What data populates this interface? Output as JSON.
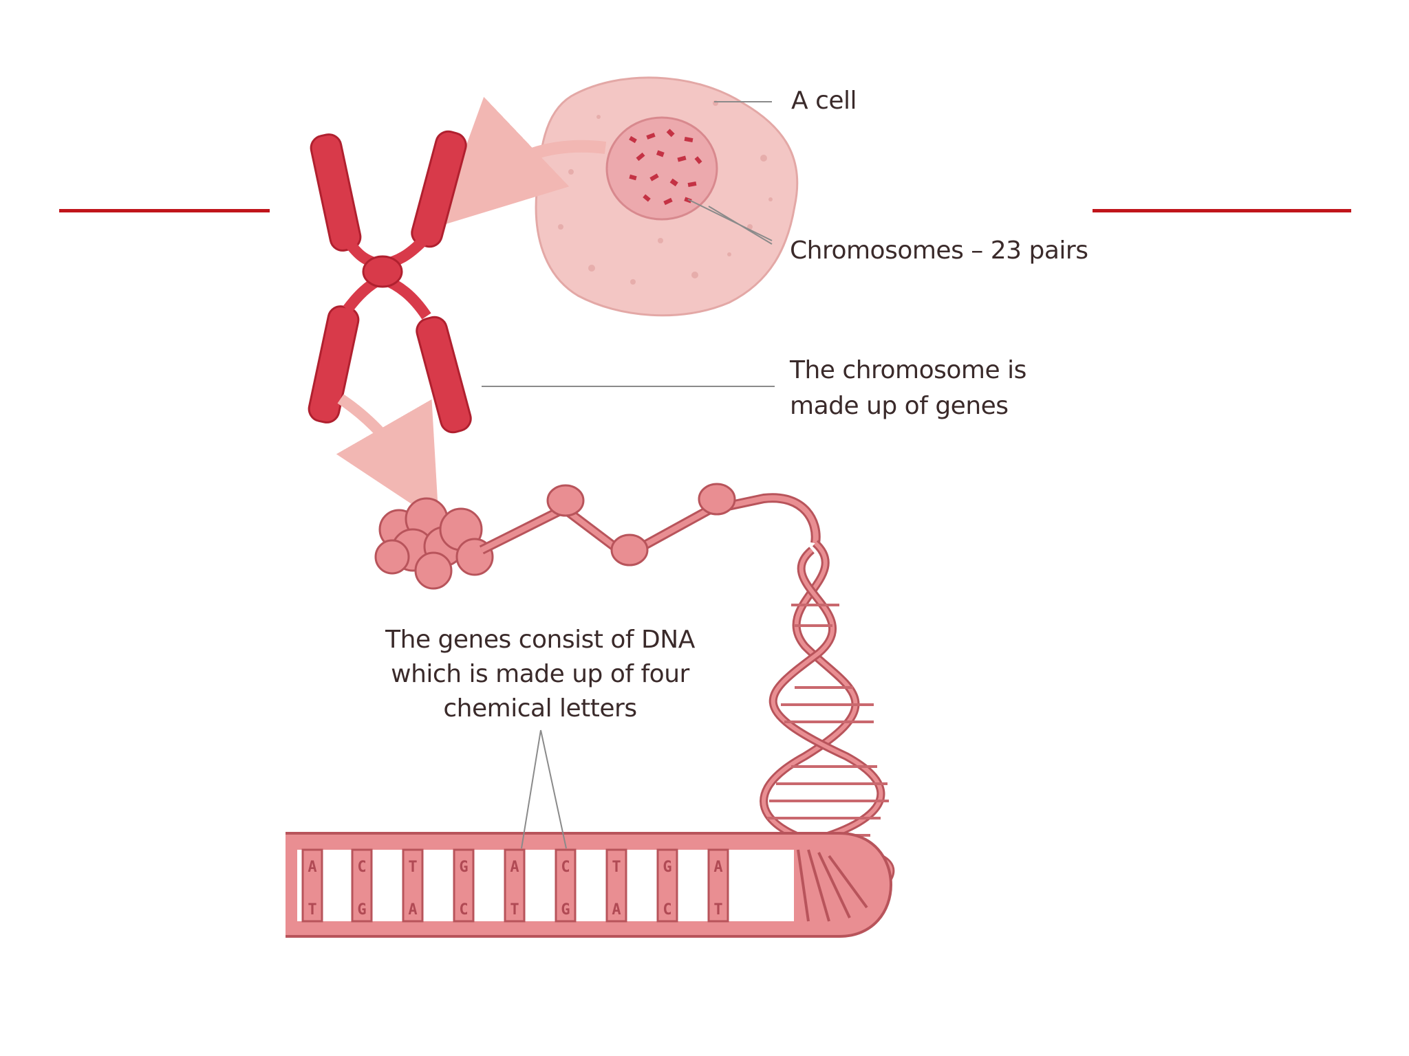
{
  "colors": {
    "accent_rule": "#c0151b",
    "cell_fill": "#f3c6c4",
    "nucleus_fill": "#eca9ad",
    "chromosome_red": "#d83a4a",
    "dna_pink": "#e98e92",
    "dna_outline": "#b8545b",
    "leader_line": "#8a8a8a"
  },
  "labels": {
    "cell": "A cell",
    "chromosomes": "Chromosomes – 23 pairs",
    "chromosome_genes_line1": "The chromosome is",
    "chromosome_genes_line2": "made up of genes",
    "dna_line1": "The genes consist of DNA",
    "dna_line2": "which is made up of four",
    "dna_line3": "chemical letters"
  },
  "dna_ladder": {
    "top_strand": [
      "A",
      "C",
      "T",
      "G",
      "A",
      "C",
      "T",
      "G",
      "A"
    ],
    "bottom_strand": [
      "T",
      "G",
      "A",
      "C",
      "T",
      "G",
      "A",
      "C",
      "T"
    ]
  },
  "icons": [
    "cell-illustration",
    "chromosome-illustration",
    "nucleosome-chain-illustration",
    "dna-helix-illustration",
    "curved-arrow-icon"
  ]
}
